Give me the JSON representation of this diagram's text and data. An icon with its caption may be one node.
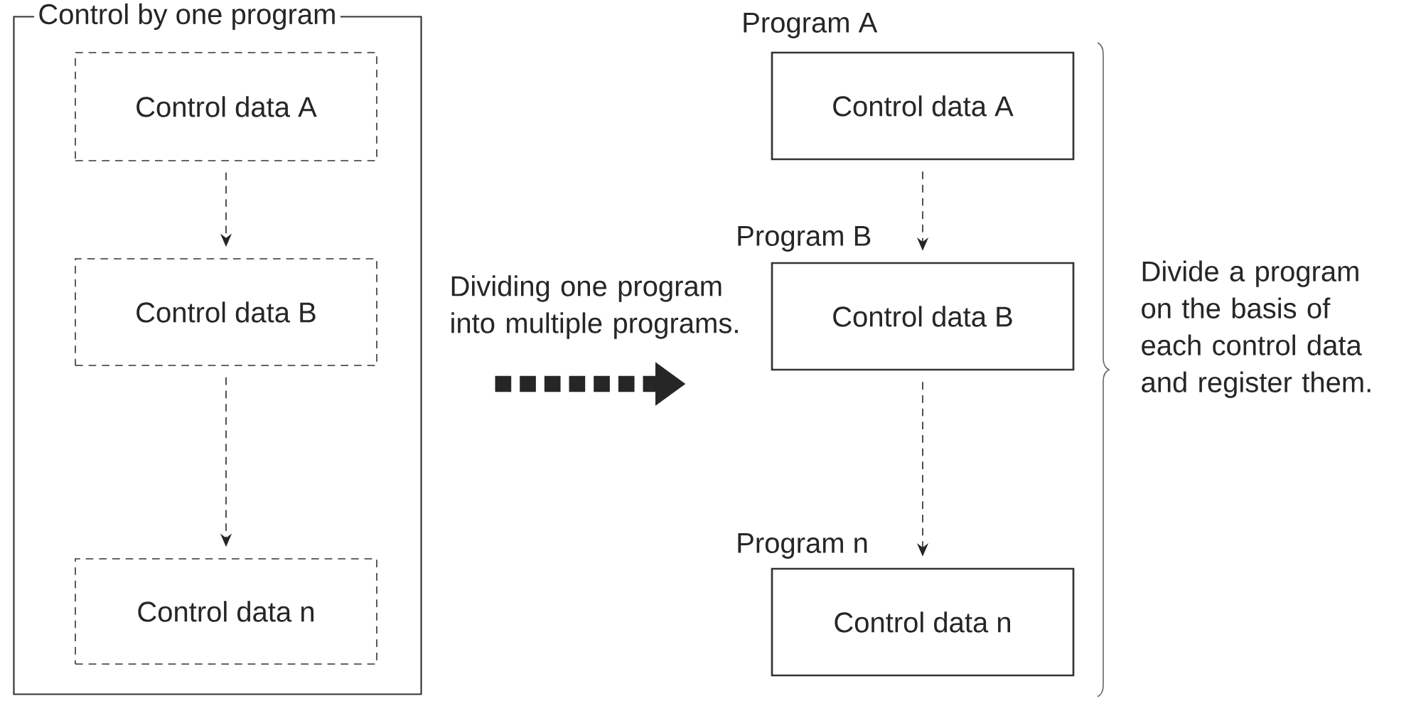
{
  "diagram": {
    "nodes": [
      {
        "text": [
          "Control by one program"
        ]
      },
      {
        "text": [
          "Control data A"
        ],
        "in": 0
      },
      {
        "text": [
          "Control data B"
        ],
        "in": 0
      },
      {
        "text": [
          "Control data n"
        ],
        "in": 0
      },
      {
        "text": [
          "Program A",
          "Control data A"
        ]
      },
      {
        "text": [
          "Program B",
          "Control data B"
        ]
      },
      {
        "text": [
          "Program n",
          "Control data n"
        ]
      }
    ],
    "edges": [
      {
        "from": 1,
        "to": 2,
        "arrow": "to",
        "style": "dashed"
      },
      {
        "from": 2,
        "to": 3,
        "arrow": "to",
        "style": "dashed"
      },
      {
        "from": 0,
        "to": 5,
        "arrow": "to",
        "style": "dashed",
        "label": "Dividing one program into multiple programs."
      },
      {
        "from": 4,
        "to": 5,
        "arrow": "to",
        "style": "dashed"
      },
      {
        "from": 5,
        "to": 6,
        "arrow": "to",
        "style": "dashed"
      }
    ],
    "labels": [
      "Divide a program on the basis of each control data and register them."
    ]
  }
}
